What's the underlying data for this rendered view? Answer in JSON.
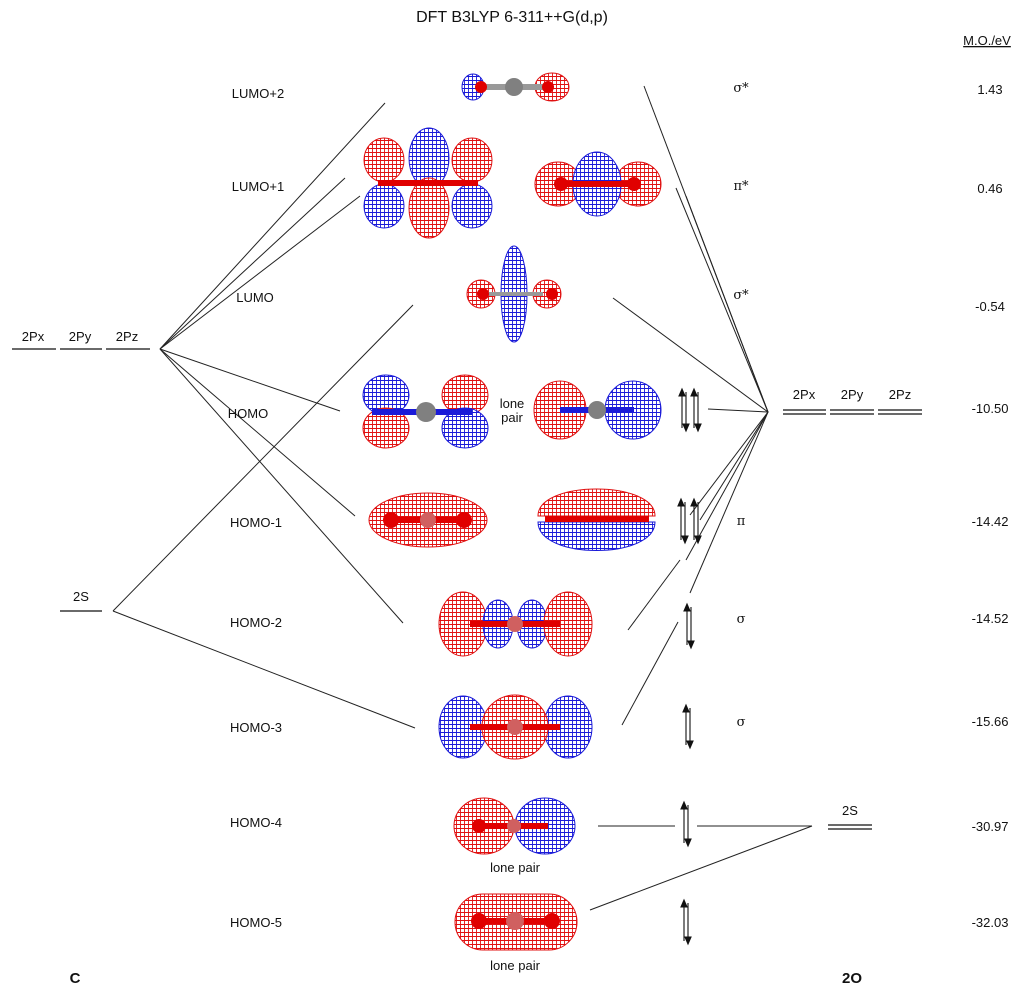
{
  "title": "DFT B3LYP 6-311++G(d,p)",
  "energy_header": "M.O./eV",
  "left_atom": {
    "label": "C",
    "orbitals_2p": [
      "2Px",
      "2Py",
      "2Pz"
    ],
    "orbital_2s": "2S"
  },
  "right_atom": {
    "label": "2O",
    "orbitals_2p": [
      "2Px",
      "2Py",
      "2Pz"
    ],
    "orbital_2s": "2S"
  },
  "levels": [
    {
      "name": "LUMO+2",
      "symmetry": "σ*",
      "energy": "1.43"
    },
    {
      "name": "LUMO+1",
      "symmetry": "π*",
      "energy": "0.46"
    },
    {
      "name": "LUMO",
      "symmetry": "σ*",
      "energy": "-0.54"
    },
    {
      "name": "HOMO",
      "symmetry": "",
      "energy": "-10.50",
      "note": "lone\npair"
    },
    {
      "name": "HOMO-1",
      "symmetry": "π",
      "energy": "-14.42"
    },
    {
      "name": "HOMO-2",
      "symmetry": "σ",
      "energy": "-14.52"
    },
    {
      "name": "HOMO-3",
      "symmetry": "σ",
      "energy": "-15.66"
    },
    {
      "name": "HOMO-4",
      "symmetry": "",
      "energy": "-30.97",
      "note": "lone pair"
    },
    {
      "name": "HOMO-5",
      "symmetry": "",
      "energy": "-32.03",
      "note": "lone pair"
    }
  ],
  "colors": {
    "positive_lobe": "#e01010",
    "negative_lobe": "#1a1ad8",
    "carbon_atom": "#808080",
    "oxygen_atom": "#e00000",
    "line": "#222222"
  }
}
